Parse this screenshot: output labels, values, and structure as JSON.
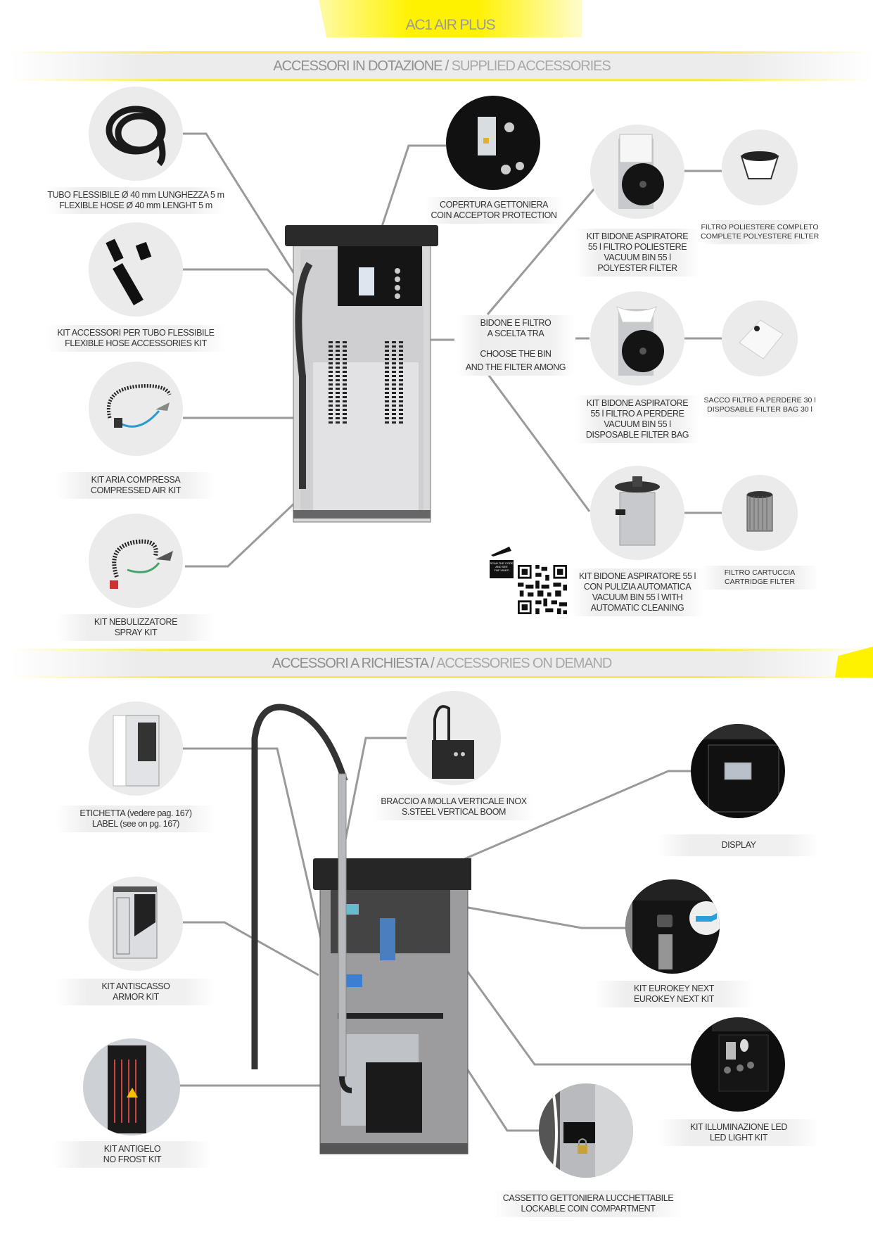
{
  "header": {
    "title": "AC1 AIR PLUS",
    "accent": "#fff200"
  },
  "supplied": {
    "heading_it": "ACCESSORI IN DOTAZIONE",
    "separator": " / ",
    "heading_en": "SUPPLIED ACCESSORIES",
    "items": {
      "hose": [
        "TUBO FLESSIBILE Ø 40 mm LUNGHEZZA 5 m",
        "FLEXIBLE HOSE Ø 40 mm LENGHT 5 m"
      ],
      "hose_kit": [
        "KIT ACCESSORI PER TUBO FLESSIBILE",
        "FLEXIBLE HOSE ACCESSORIES KIT"
      ],
      "air_kit": [
        "KIT ARIA COMPRESSA",
        "COMPRESSED AIR KIT"
      ],
      "spray_kit": [
        "KIT NEBULIZZATORE",
        "SPRAY KIT"
      ],
      "coin_cover": [
        "COPERTURA GETTONIERA",
        "COIN ACCEPTOR PROTECTION"
      ],
      "choose": [
        "BIDONE E FILTRO",
        "A SCELTA TRA",
        "CHOOSE THE BIN",
        "AND THE FILTER AMONG"
      ],
      "bin_polyester": [
        "KIT BIDONE ASPIRATORE",
        "55 l FILTRO POLIESTERE",
        "VACUUM BIN 55 l",
        "POLYESTER FILTER"
      ],
      "filter_polyester": [
        "FILTRO POLIESTERE COMPLETO",
        "COMPLETE POLYESTERE FILTER"
      ],
      "bin_bag": [
        "KIT BIDONE ASPIRATORE",
        "55 l FILTRO A PERDERE",
        "VACUUM BIN 55 l",
        "DISPOSABLE FILTER BAG"
      ],
      "filter_bag": [
        "SACCO FILTRO A PERDERE 30 l",
        "DISPOSABLE FILTER BAG 30 l"
      ],
      "bin_auto": [
        "KIT BIDONE ASPIRATORE 55 l",
        "CON PULIZIA AUTOMATICA",
        "VACUUM BIN 55 l WITH",
        "AUTOMATIC CLEANING"
      ],
      "filter_cartridge": [
        "FILTRO CARTUCCIA",
        "CARTRIDGE FILTER"
      ]
    },
    "qr_caption": [
      "SCAN THE CODE",
      "AND SEE",
      "THE VIDEO"
    ]
  },
  "on_demand": {
    "heading_it": "ACCESSORI A RICHIESTA",
    "separator": " / ",
    "heading_en": "ACCESSORIES ON DEMAND",
    "items": {
      "label": [
        "ETICHETTA (vedere pag. 167)",
        "LABEL (see on pg. 167)"
      ],
      "boom": [
        "BRACCIO A MOLLA VERTICALE INOX",
        "S.STEEL VERTICAL BOOM"
      ],
      "display": [
        "DISPLAY"
      ],
      "armor": [
        "KIT ANTISCASSO",
        "ARMOR KIT"
      ],
      "eurokey": [
        "KIT EUROKEY NEXT",
        "EUROKEY NEXT KIT"
      ],
      "nofrost": [
        "KIT ANTIGELO",
        "NO FROST KIT"
      ],
      "led": [
        "KIT ILLUMINAZIONE LED",
        "LED LIGHT KIT"
      ],
      "coin_drawer": [
        "CASSETTO GETTONIERA LUCCHETTABILE",
        "LOCKABLE COIN COMPARTMENT"
      ]
    }
  }
}
